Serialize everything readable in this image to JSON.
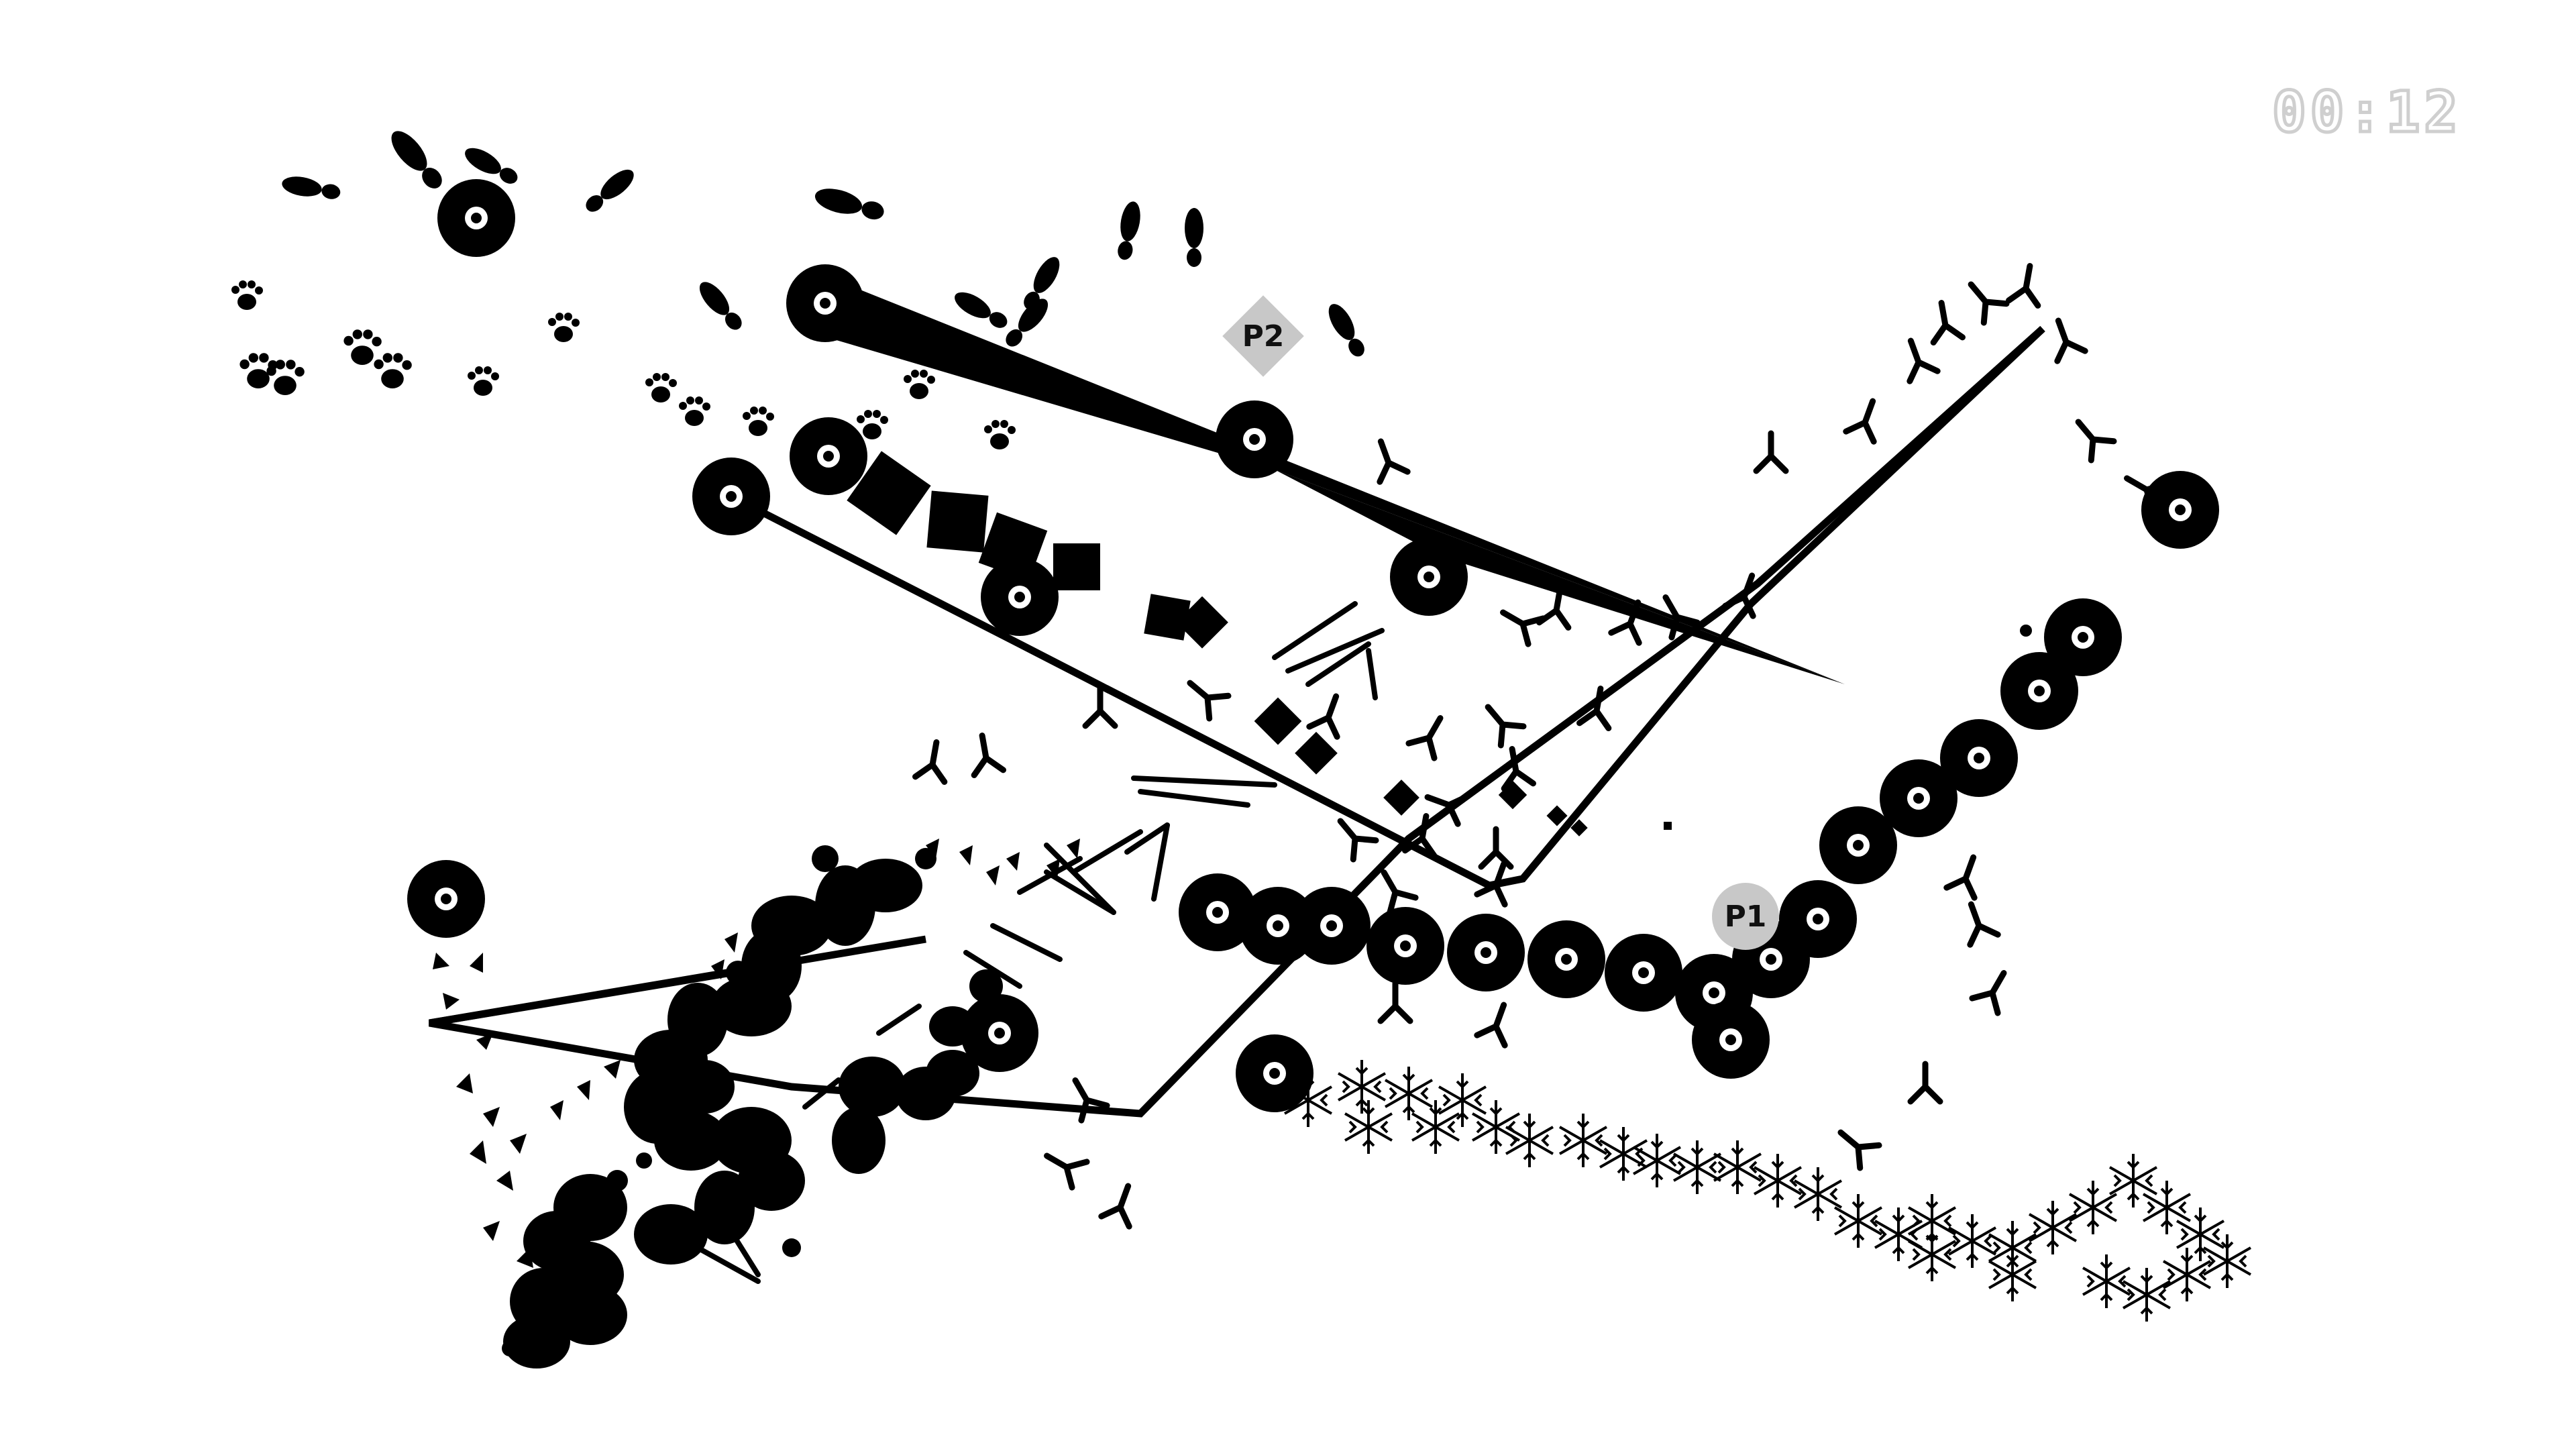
{
  "hud": {
    "timer": "00:12"
  },
  "players": {
    "p1_label": "P1",
    "p2_label": "P2"
  },
  "colors": {
    "ink": "#000000",
    "background": "#ffffff",
    "marker": "#c8c8c8",
    "timer_outline": "#cfcfcf"
  },
  "trail_types": [
    "footprints",
    "paw-prints",
    "bird-tracks",
    "squares",
    "triangles",
    "ink-splatter",
    "snowflakes",
    "ball-chain",
    "lines"
  ]
}
